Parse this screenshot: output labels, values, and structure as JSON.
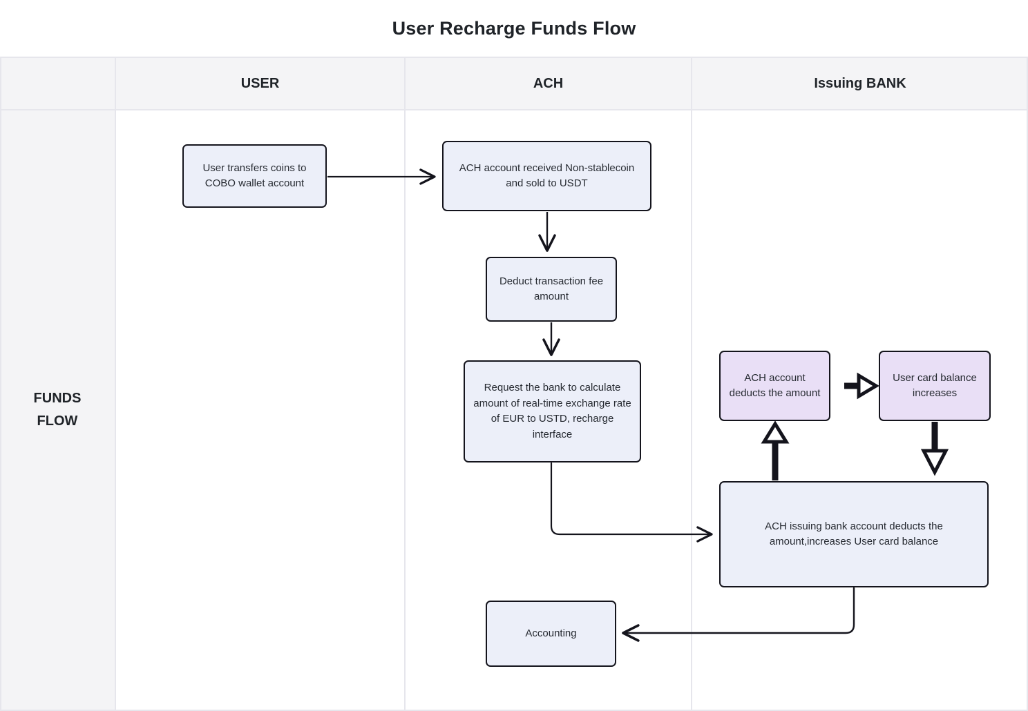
{
  "header": {
    "title": "User Recharge Funds Flow"
  },
  "table": {
    "corner_label": "",
    "columns": [
      {
        "id": "user",
        "label": "USER"
      },
      {
        "id": "ach",
        "label": "ACH"
      },
      {
        "id": "bank",
        "label": "Issuing BANK"
      }
    ],
    "rows": [
      {
        "id": "funds-flow",
        "label": "FUNDS\nFLOW",
        "label_line1": "FUNDS",
        "label_line2": "FLOW"
      }
    ]
  },
  "nodes": {
    "user_transfer": {
      "text": "User transfers coins to COBO wallet account",
      "lane": "USER",
      "fill": "#eceff9"
    },
    "ach_received": {
      "text": "ACH account received Non-stablecoin and  sold to USDT",
      "lane": "ACH",
      "fill": "#eceff9"
    },
    "deduct_fee": {
      "text": "Deduct transaction fee amount",
      "lane": "ACH",
      "fill": "#eceff9"
    },
    "request_bank": {
      "text": "Request the bank to calculate amount of real-time exchange rate of EUR to USTD, recharge interface",
      "lane": "ACH",
      "fill": "#eceff9"
    },
    "accounting": {
      "text": "Accounting",
      "lane": "ACH",
      "fill": "#eceff9"
    },
    "ach_deducts": {
      "text": "ACH account deducts the amount",
      "lane": "Issuing BANK",
      "fill": "#e9dff6"
    },
    "card_increases": {
      "text": "User card balance increases",
      "lane": "Issuing BANK",
      "fill": "#e9dff6"
    },
    "bank_deducts": {
      "text": "ACH issuing bank account deducts the amount,increases User card balance",
      "lane": "Issuing BANK",
      "fill": "#eceff9"
    }
  },
  "edges": [
    {
      "id": "e1",
      "from": "user_transfer",
      "to": "ach_received",
      "style": "thin-solid",
      "arrow": "open-v"
    },
    {
      "id": "e2",
      "from": "ach_received",
      "to": "deduct_fee",
      "style": "thin-solid",
      "arrow": "open-v"
    },
    {
      "id": "e3",
      "from": "deduct_fee",
      "to": "request_bank",
      "style": "thin-solid",
      "arrow": "open-v"
    },
    {
      "id": "e4",
      "from": "request_bank",
      "to": "bank_deducts",
      "style": "thin-elbow",
      "arrow": "open-v"
    },
    {
      "id": "e5",
      "from": "ach_deducts",
      "to": "card_increases",
      "style": "thick-solid",
      "arrow": "hollow-triangle"
    },
    {
      "id": "e6",
      "from": "bank_deducts",
      "to": "ach_deducts",
      "style": "thick-solid",
      "arrow": "hollow-triangle"
    },
    {
      "id": "e7",
      "from": "card_increases",
      "to": "bank_deducts",
      "style": "thick-solid",
      "arrow": "hollow-triangle"
    },
    {
      "id": "e8",
      "from": "bank_deducts",
      "to": "accounting",
      "style": "thin-elbow",
      "arrow": "open-v"
    }
  ],
  "colors": {
    "page_background": "#ffffff",
    "header_band": "#f4f4f6",
    "grid_line": "#e6e6ec",
    "node_blue_fill": "#eceff9",
    "node_purple_fill": "#e9dff6",
    "node_border": "#14141c",
    "text": "#1f2328",
    "connector": "#14141c"
  }
}
